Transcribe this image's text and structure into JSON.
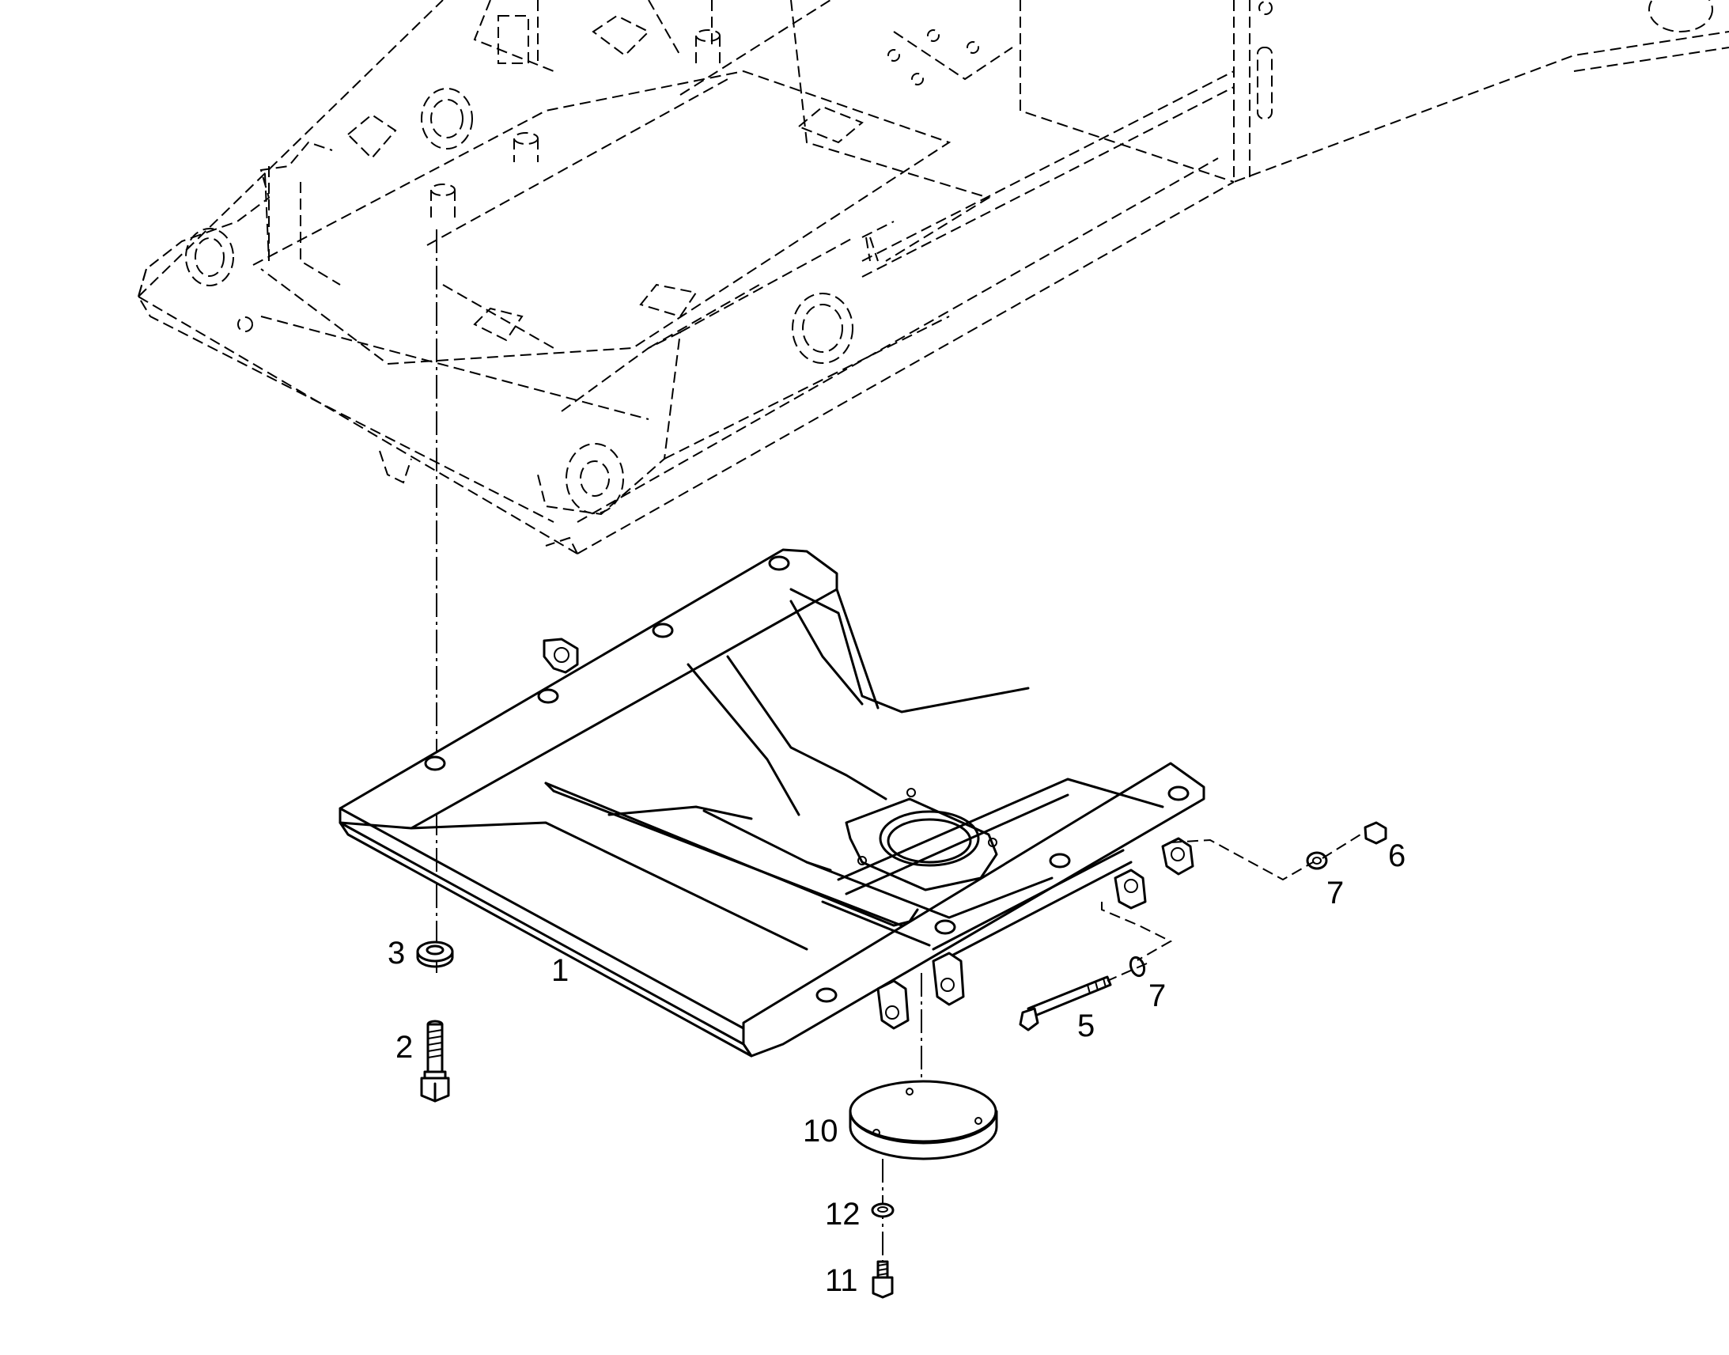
{
  "callouts": {
    "c1": "1",
    "c2": "2",
    "c3": "3",
    "c5": "5",
    "c6": "6",
    "c7a": "7",
    "c7b": "7",
    "c10": "10",
    "c11": "11",
    "c12": "12"
  }
}
